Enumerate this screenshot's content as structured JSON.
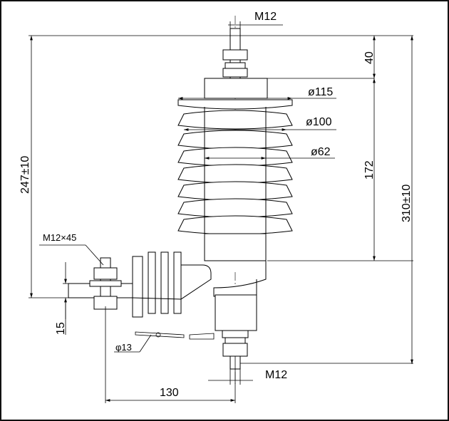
{
  "diagram": {
    "labels": {
      "thread_top": "M12",
      "height_top": "40",
      "dia_115": "ø115",
      "dia_100": "ø100",
      "dia_62": "ø62",
      "length_172": "172",
      "total_310": "310±10",
      "height_247": "247±10",
      "bolt": "M12×45",
      "offset_15": "15",
      "hole_13": "φ13",
      "thread_bottom": "M12",
      "width_130": "130"
    }
  }
}
